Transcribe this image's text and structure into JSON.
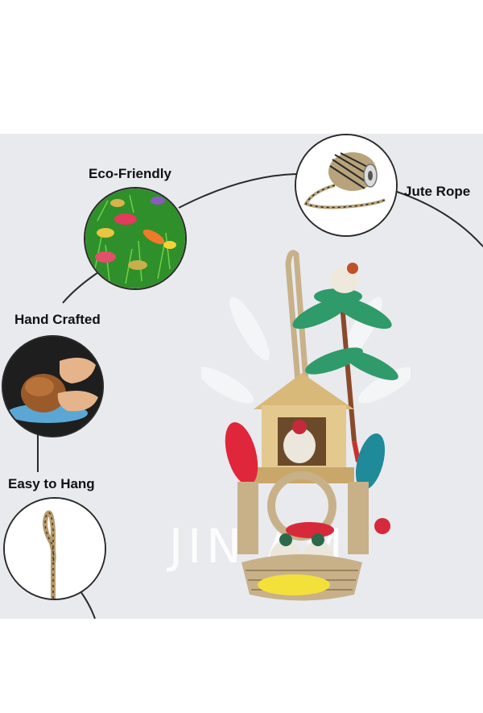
{
  "features": [
    {
      "label": "Eco-Friendly",
      "icon": "grass-birds-icon"
    },
    {
      "label": "Jute Rope",
      "icon": "rope-spool-icon"
    },
    {
      "label": "Hand Crafted",
      "icon": "pottery-hands-icon"
    },
    {
      "label": "Easy to Hang",
      "icon": "hanging-loop-icon"
    }
  ],
  "watermark": "JIN  AM",
  "colors": {
    "panel": "#e8eaee",
    "line": "#2a2a2a"
  }
}
